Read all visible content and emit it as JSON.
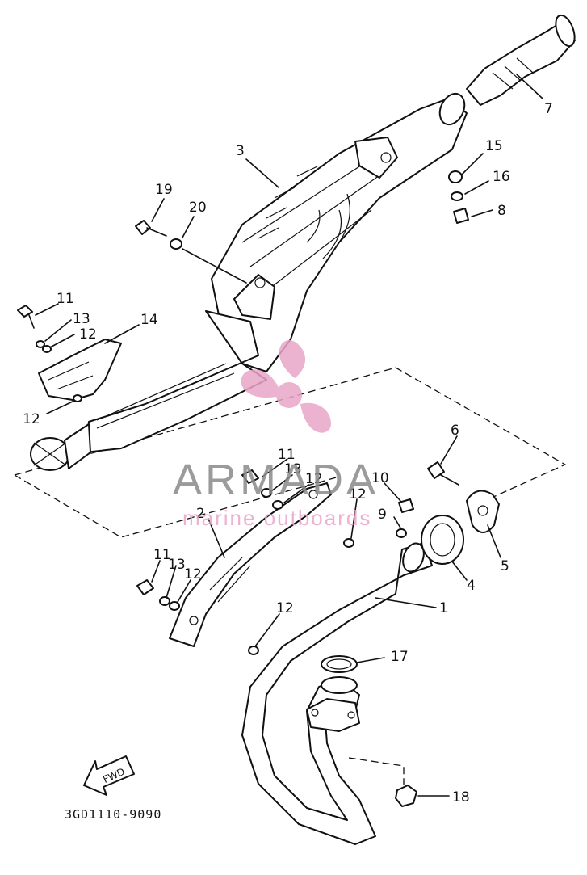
{
  "diagram": {
    "callouts": {
      "p1": "1",
      "p2": "2",
      "p3": "3",
      "p4": "4",
      "p5": "5",
      "p6": "6",
      "p7": "7",
      "p8": "8",
      "p9": "9",
      "p10": "10",
      "p11a": "11",
      "p11b": "11",
      "p11c": "11",
      "p12a": "12",
      "p12b": "12",
      "p12c": "12",
      "p12d": "12",
      "p12e": "12",
      "p12f": "12",
      "p13a": "13",
      "p13b": "13",
      "p13c": "13",
      "p14": "14",
      "p15": "15",
      "p16": "16",
      "p17": "17",
      "p18": "18",
      "p19": "19",
      "p20": "20"
    },
    "direction_label": "FWD",
    "drawing_code": "3GD1110-9090"
  },
  "watermark": {
    "brand": "ARMADA",
    "tagline": "marine outboards",
    "brand_color": "#8a8a8a",
    "logo_color": "#e9a6c8"
  }
}
